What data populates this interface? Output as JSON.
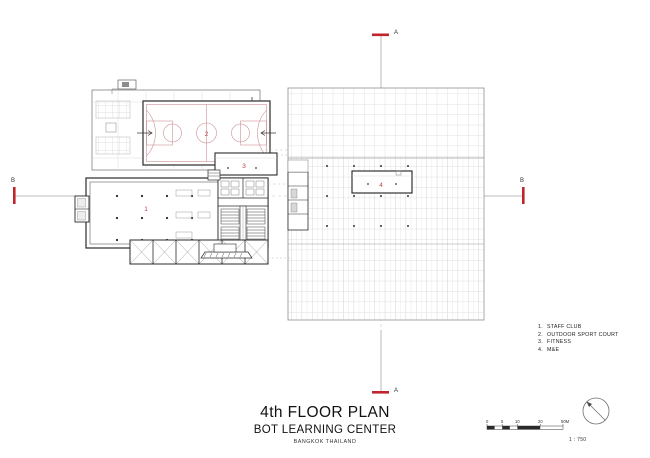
{
  "sheet": {
    "title": "4th FLOOR PLAN",
    "subtitle": "BOT LEARNING CENTER",
    "location": "BANGKOK THAILAND"
  },
  "legend": {
    "items": [
      {
        "num": "1.",
        "label": "STAFF CLUB"
      },
      {
        "num": "2.",
        "label": "OUTDOOR SPORT COURT"
      },
      {
        "num": "3.",
        "label": "FITNESS"
      },
      {
        "num": "4.",
        "label": "M&E"
      }
    ]
  },
  "section_markers": {
    "top_a": "A",
    "bottom_a": "A",
    "left_b": "B",
    "right_b": "B"
  },
  "room_tags": {
    "staff_club": "1",
    "outdoor_sport_court": "2",
    "fitness": "3",
    "mne": "4"
  },
  "scale_bar": {
    "ticks": [
      "0",
      "5",
      "10",
      "20"
    ],
    "end_label": "50M",
    "ratio": "1 : 750"
  },
  "north_arrow": {
    "name": "north-arrow"
  },
  "colors": {
    "red": "#c0242c",
    "tag_red": "#b8434a",
    "line": "#262626",
    "grid": "#b9b9b9",
    "light_grid": "#d2d2d2"
  }
}
